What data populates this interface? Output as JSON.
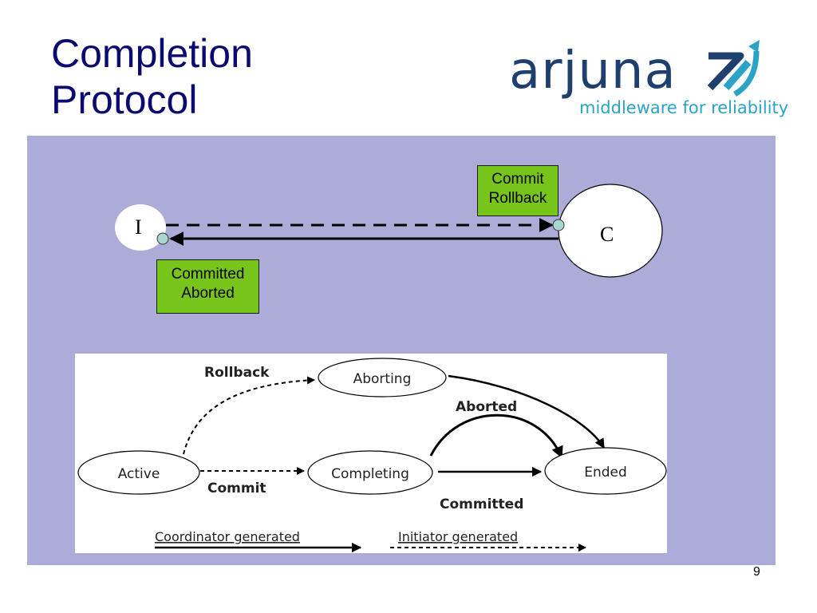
{
  "slide": {
    "title_line1": "Completion",
    "title_line2": "Protocol",
    "page_number": "9"
  },
  "logo": {
    "wordmark": "arjuna",
    "tagline": "middleware for reliability",
    "colors": {
      "wordmark": "#1f3f6e",
      "tagline": "#2aa3c6"
    }
  },
  "participants": {
    "initiator": "I",
    "coordinator": "C"
  },
  "messages": {
    "to_coordinator": [
      "Commit",
      "Rollback"
    ],
    "to_initiator": [
      "Committed",
      "Aborted"
    ]
  },
  "state_machine": {
    "states": {
      "active": "Active",
      "aborting": "Aborting",
      "completing": "Completing",
      "ended": "Ended"
    },
    "transitions": {
      "rollback": "Rollback",
      "commit": "Commit",
      "aborted": "Aborted",
      "committed": "Committed"
    },
    "legend": {
      "coordinator": "Coordinator generated",
      "initiator": "Initiator generated"
    }
  },
  "colors": {
    "panel": "#adabd7",
    "message_box": "#77c41a",
    "title": "#0a0a70"
  }
}
